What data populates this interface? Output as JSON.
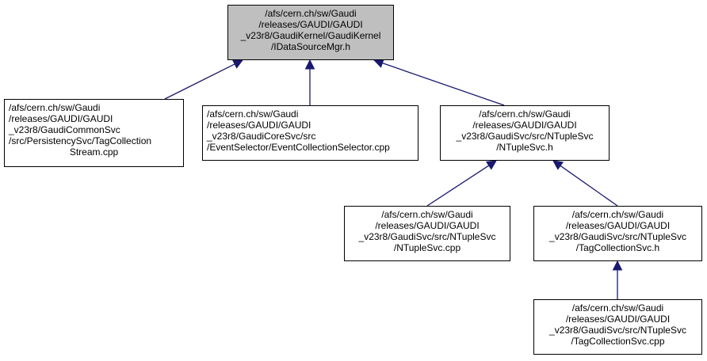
{
  "colors": {
    "edge": "#191970",
    "root_fill": "#bfbfbf",
    "node_fill": "#ffffff",
    "border": "#000000"
  },
  "nodes": {
    "root": {
      "lines": [
        "/afs/cern.ch/sw/Gaudi",
        "/releases/GAUDI/GAUDI",
        "_v23r8/GaudiKernel/GaudiKernel",
        "/IDataSourceMgr.h"
      ]
    },
    "tagcollectionstream_cpp": {
      "lines": [
        "/afs/cern.ch/sw/Gaudi",
        "/releases/GAUDI/GAUDI",
        "_v23r8/GaudiCommonSvc",
        "/src/PersistencySvc/TagCollection",
        "Stream.cpp"
      ]
    },
    "eventcollectionselector_cpp": {
      "lines": [
        "/afs/cern.ch/sw/Gaudi",
        "/releases/GAUDI/GAUDI",
        "_v23r8/GaudiCoreSvc/src",
        "/EventSelector/EventCollectionSelector.cpp"
      ]
    },
    "ntuplesvc_h": {
      "lines": [
        "/afs/cern.ch/sw/Gaudi",
        "/releases/GAUDI/GAUDI",
        "_v23r8/GaudiSvc/src/NTupleSvc",
        "/NTupleSvc.h"
      ]
    },
    "ntuplesvc_cpp": {
      "lines": [
        "/afs/cern.ch/sw/Gaudi",
        "/releases/GAUDI/GAUDI",
        "_v23r8/GaudiSvc/src/NTupleSvc",
        "/NTupleSvc.cpp"
      ]
    },
    "tagcollectionsvc_h": {
      "lines": [
        "/afs/cern.ch/sw/Gaudi",
        "/releases/GAUDI/GAUDI",
        "_v23r8/GaudiSvc/src/NTupleSvc",
        "/TagCollectionSvc.h"
      ]
    },
    "tagcollectionsvc_cpp": {
      "lines": [
        "/afs/cern.ch/sw/Gaudi",
        "/releases/GAUDI/GAUDI",
        "_v23r8/GaudiSvc/src/NTupleSvc",
        "/TagCollectionSvc.cpp"
      ]
    }
  },
  "edges": [
    {
      "from": "tagcollectionstream_cpp",
      "to": "root"
    },
    {
      "from": "eventcollectionselector_cpp",
      "to": "root"
    },
    {
      "from": "ntuplesvc_h",
      "to": "root"
    },
    {
      "from": "ntuplesvc_cpp",
      "to": "ntuplesvc_h"
    },
    {
      "from": "tagcollectionsvc_h",
      "to": "ntuplesvc_h"
    },
    {
      "from": "tagcollectionsvc_cpp",
      "to": "tagcollectionsvc_h"
    }
  ]
}
